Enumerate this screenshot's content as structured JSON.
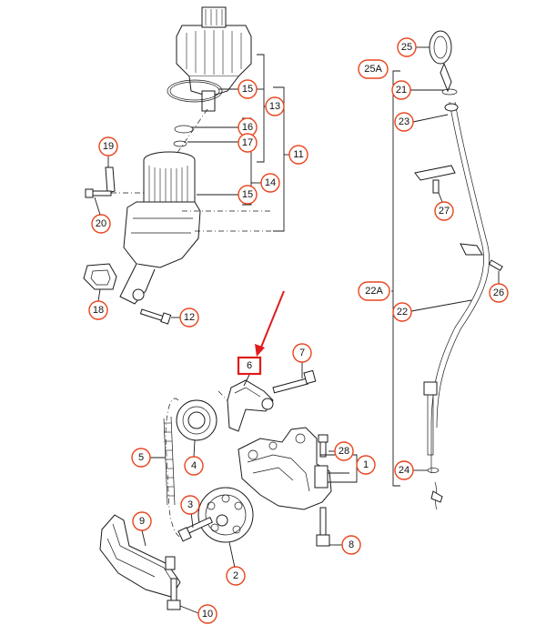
{
  "colors": {
    "callout_stroke": "#e8451e",
    "highlight": "#e01b1b",
    "line": "#1a1a1a"
  },
  "callouts": {
    "c1": "1",
    "c2": "2",
    "c3": "3",
    "c4": "4",
    "c5": "5",
    "c6": "6",
    "c7": "7",
    "c8": "8",
    "c9": "9",
    "c10": "10",
    "c11": "11",
    "c12": "12",
    "c13": "13",
    "c14": "14",
    "c15a": "15",
    "c15b": "15",
    "c16": "16",
    "c17": "17",
    "c18": "18",
    "c19": "19",
    "c20": "20",
    "c21": "21",
    "c22": "22",
    "c22A": "22A",
    "c23": "23",
    "c24": "24",
    "c25": "25",
    "c25A": "25A",
    "c26": "26",
    "c27": "27",
    "c28": "28"
  }
}
